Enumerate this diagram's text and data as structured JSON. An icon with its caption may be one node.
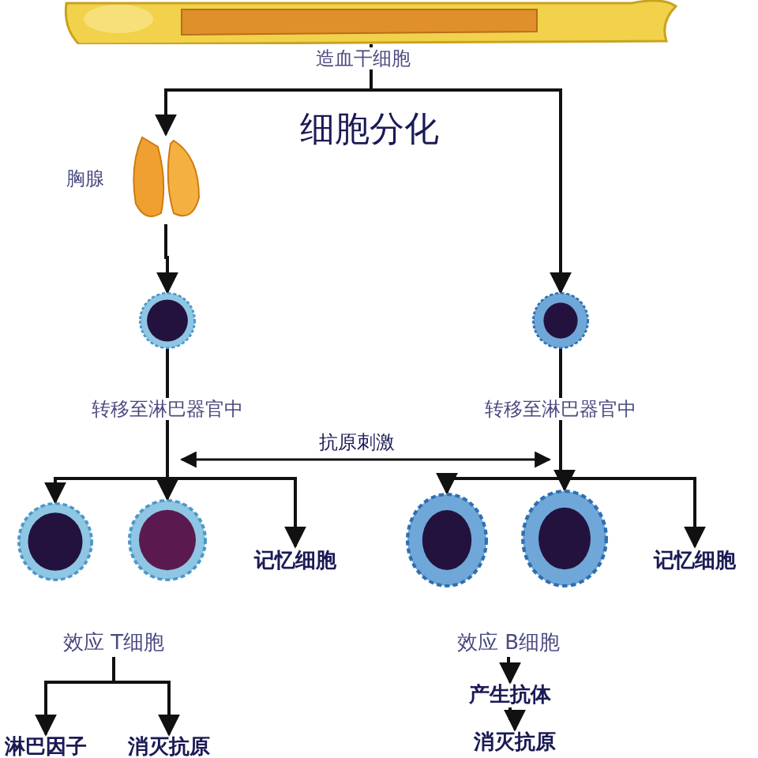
{
  "diagram": {
    "nodes": [
      {
        "text": [],
        "shape": "picture",
        "beside": [
          "造血干细胞"
        ]
      },
      {
        "text": [],
        "shape": "picture",
        "beside": [
          "胸腺"
        ]
      },
      {
        "text": [],
        "shape": "picture",
        "beside": [
          "转移至淋巴器官中"
        ]
      },
      {
        "text": [],
        "shape": "picture",
        "beside": [
          "转移至淋巴器官中"
        ]
      },
      {
        "text": [],
        "shape": "picture"
      },
      {
        "text": [],
        "shape": "picture"
      },
      {
        "text": [
          "记忆细胞"
        ]
      },
      {
        "text": [],
        "shape": "picture"
      },
      {
        "text": [],
        "shape": "picture"
      },
      {
        "text": [
          "记忆细胞"
        ]
      },
      {
        "text": [
          "效应 T细胞"
        ]
      },
      {
        "text": [
          "淋巴因子"
        ]
      },
      {
        "text": [
          "消灭抗原"
        ]
      },
      {
        "text": [
          "效应 B细胞"
        ]
      },
      {
        "text": [
          "产生抗体"
        ]
      },
      {
        "text": [
          "消灭抗原"
        ]
      }
    ],
    "edges": [
      {
        "from": 0,
        "to": 1,
        "arrow": "to"
      },
      {
        "from": 0,
        "to": 3,
        "arrow": "to"
      },
      {
        "from": 1,
        "to": 2,
        "arrow": "to"
      },
      {
        "from": 2,
        "to": 4,
        "arrow": "to"
      },
      {
        "from": 2,
        "to": 5,
        "arrow": "to"
      },
      {
        "from": 2,
        "to": 6,
        "arrow": "to"
      },
      {
        "from": 3,
        "to": 7,
        "arrow": "to"
      },
      {
        "from": 3,
        "to": 8,
        "arrow": "to"
      },
      {
        "from": 3,
        "to": 9,
        "arrow": "to"
      },
      {
        "from": 10,
        "to": 11,
        "arrow": "to"
      },
      {
        "from": 10,
        "to": 12,
        "arrow": "to"
      },
      {
        "from": 13,
        "to": 14,
        "arrow": "to"
      },
      {
        "from": 14,
        "to": 15,
        "arrow": "to"
      }
    ],
    "labels": [
      "细胞分化",
      "抗原刺激"
    ]
  }
}
